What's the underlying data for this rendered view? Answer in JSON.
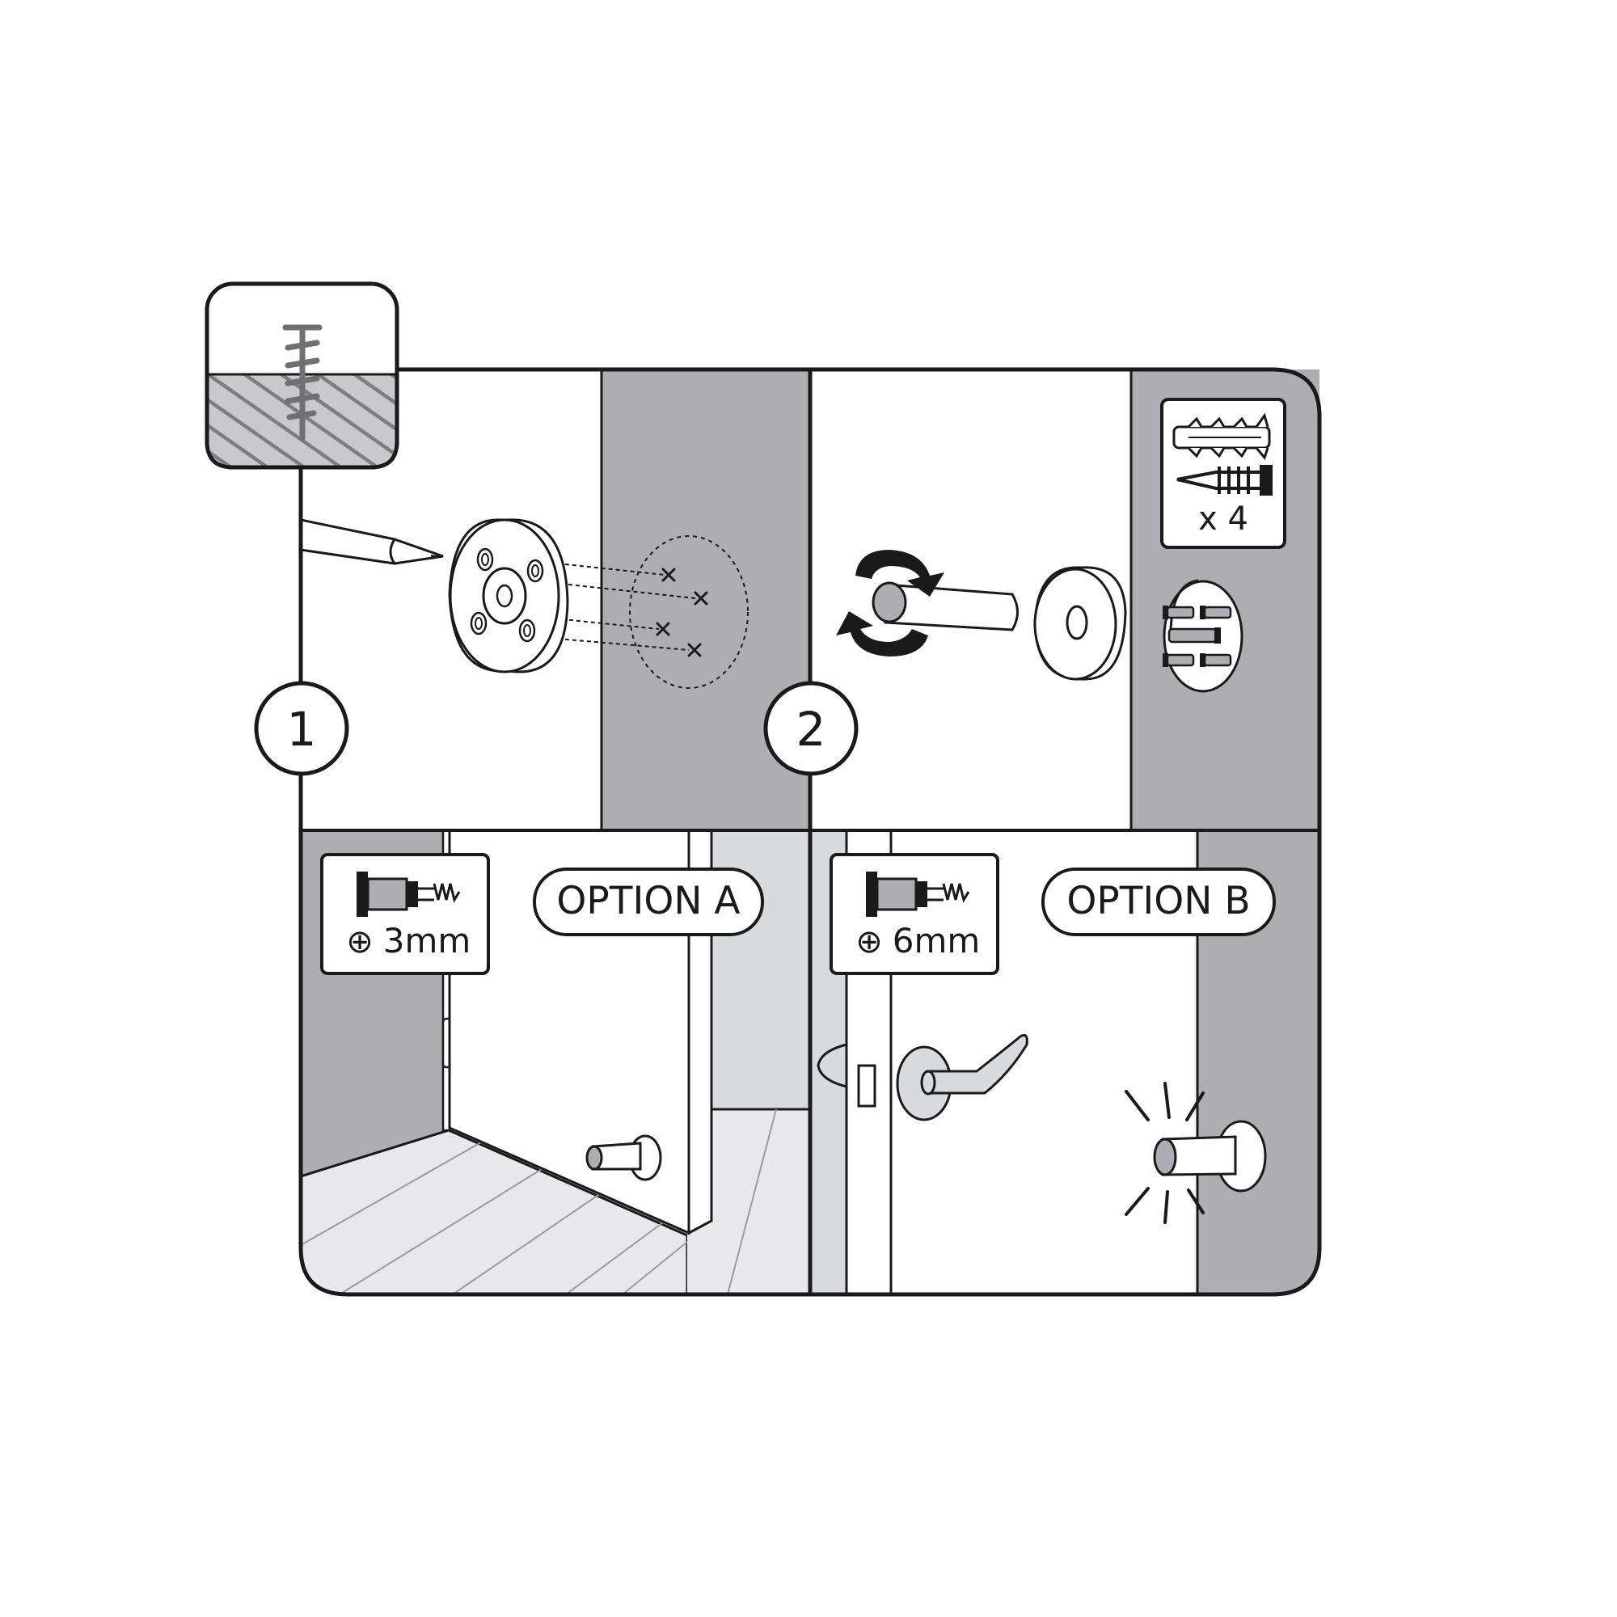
{
  "steps": {
    "step1": {
      "number": "1"
    },
    "step2": {
      "number": "2"
    }
  },
  "options": {
    "a": {
      "label": "OPTION A",
      "drill_size": "3mm"
    },
    "b": {
      "label": "OPTION B",
      "drill_size": "6mm"
    }
  },
  "hardware": {
    "quantity": "x 4"
  },
  "icons": {
    "drill_symbol": "⊕"
  },
  "colors": {
    "wall_gray": "#adadb2",
    "light_gray": "#d9dadd",
    "floor_gray": "#e8e8ea",
    "line": "#1a1a1a"
  }
}
